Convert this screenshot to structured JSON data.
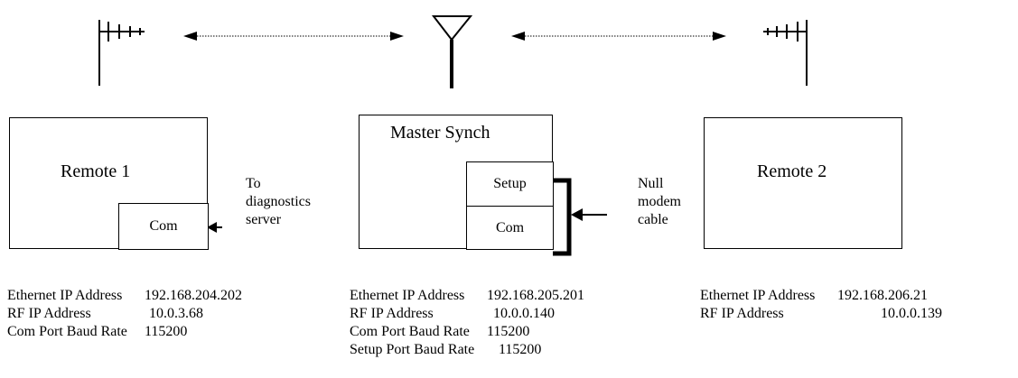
{
  "remote1": {
    "title": "Remote 1",
    "com_label": "Com",
    "note": [
      "To",
      "diagnostics",
      "server"
    ],
    "info": [
      {
        "label": "Ethernet IP Address",
        "value": "192.168.204.202"
      },
      {
        "label": "RF IP Address",
        "value": "10.0.3.68"
      },
      {
        "label": "Com Port Baud Rate",
        "value": "115200"
      }
    ]
  },
  "master": {
    "title": "Master Synch",
    "setup_label": "Setup",
    "com_label": "Com",
    "info": [
      {
        "label": "Ethernet IP Address",
        "value": "192.168.205.201"
      },
      {
        "label": "RF IP Address",
        "value": "10.0.0.140"
      },
      {
        "label": "Com Port Baud Rate",
        "value": "115200"
      },
      {
        "label": "Setup Port Baud Rate",
        "value": "115200"
      }
    ]
  },
  "cable_note": [
    "Null",
    "modem",
    "cable"
  ],
  "remote2": {
    "title": "Remote 2",
    "info": [
      {
        "label": "Ethernet IP Address",
        "value": "192.168.206.21"
      },
      {
        "label": "RF IP Address",
        "value": "10.0.0.139"
      }
    ]
  }
}
